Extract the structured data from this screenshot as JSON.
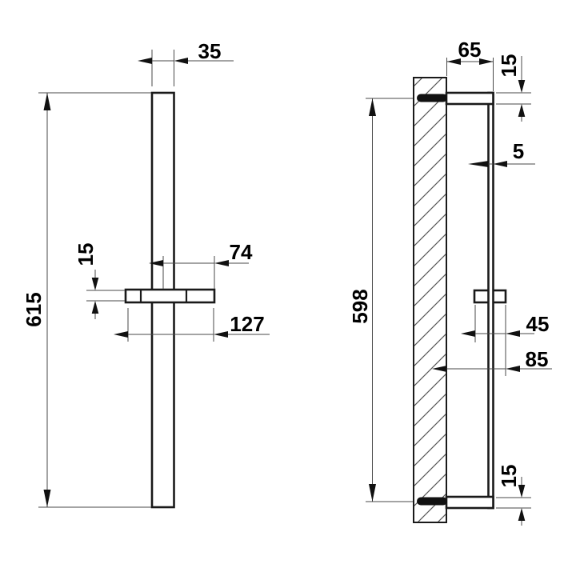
{
  "title": "Shower slide rail dimensional drawing",
  "dims": {
    "front": {
      "bar_width": "35",
      "bar_height": "615",
      "slider_thickness": "15",
      "slider_right_offset": "74",
      "slider_length": "127"
    },
    "side": {
      "bracket_length": "65",
      "bracket_thickness_top": "15",
      "rail_depth": "5",
      "mounting_span": "598",
      "knob_length": "45",
      "knob_wall_offset": "85",
      "bracket_thickness_bottom": "15"
    }
  }
}
